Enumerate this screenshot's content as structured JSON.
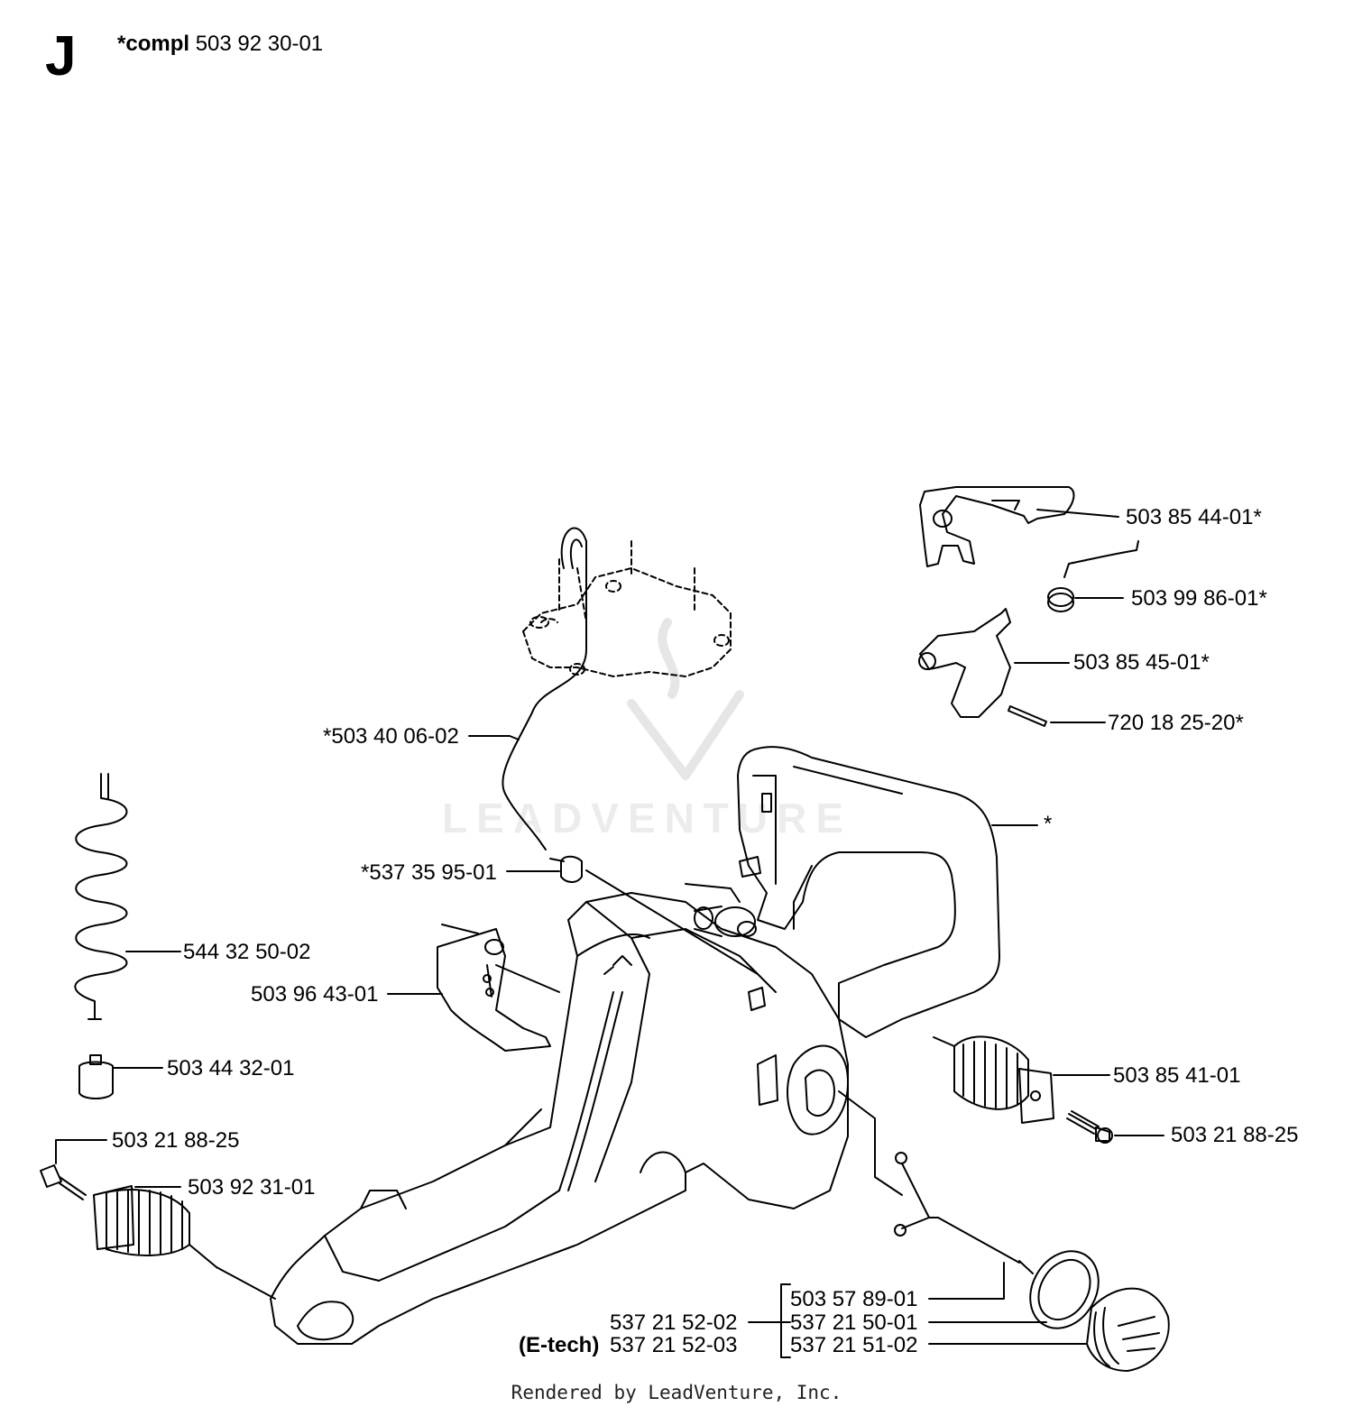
{
  "header": {
    "section_letter": "J",
    "compl_label": "*compl",
    "compl_number": "503 92 30-01"
  },
  "watermark": "LEADVENTURE",
  "footer": "Rendered by LeadVenture, Inc.",
  "parts": {
    "p_503_85_44_01": "503 85 44-01*",
    "p_503_99_86_01": "503 99 86-01*",
    "p_503_85_45_01": "503 85 45-01*",
    "p_720_18_25_20": "720 18 25-20*",
    "p_503_40_06_02": "*503 40 06-02",
    "p_handle_star": "*",
    "p_537_35_95_01": "*537 35 95-01",
    "p_544_32_50_02": "544 32 50-02",
    "p_503_96_43_01": "503 96 43-01",
    "p_503_44_32_01": "503 44 32-01",
    "p_503_85_41_01": "503 85 41-01",
    "p_503_21_88_25_right": "503 21 88-25",
    "p_503_21_88_25_left": "503 21 88-25",
    "p_503_92_31_01": "503 92 31-01",
    "p_503_57_89_01": "503 57 89-01",
    "p_537_21_50_01": "537 21 50-01",
    "p_537_21_51_02": "537 21 51-02",
    "p_537_21_52_02": "537 21 52-02",
    "etech_label": "(E-tech)",
    "p_537_21_52_03": "537 21 52-03"
  }
}
